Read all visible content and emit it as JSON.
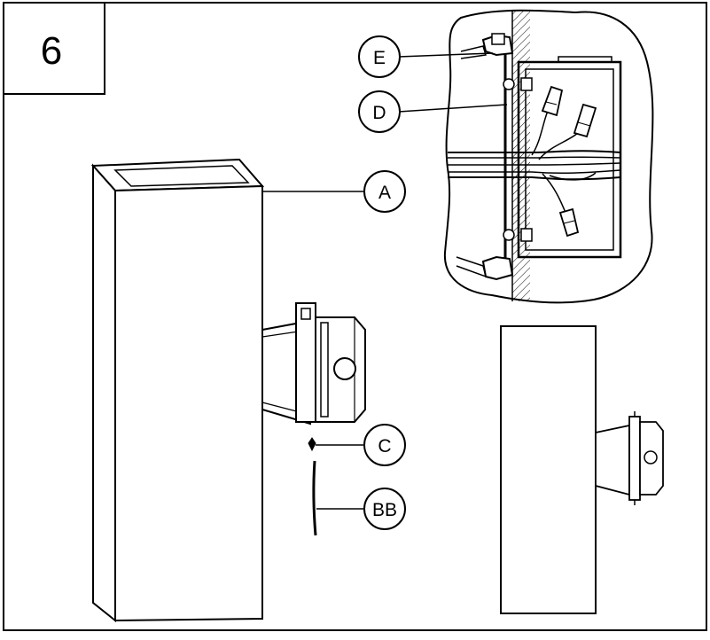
{
  "step": {
    "number": "6"
  },
  "callouts": {
    "a": "A",
    "bb": "BB",
    "c": "C",
    "d": "D",
    "e": "E"
  }
}
